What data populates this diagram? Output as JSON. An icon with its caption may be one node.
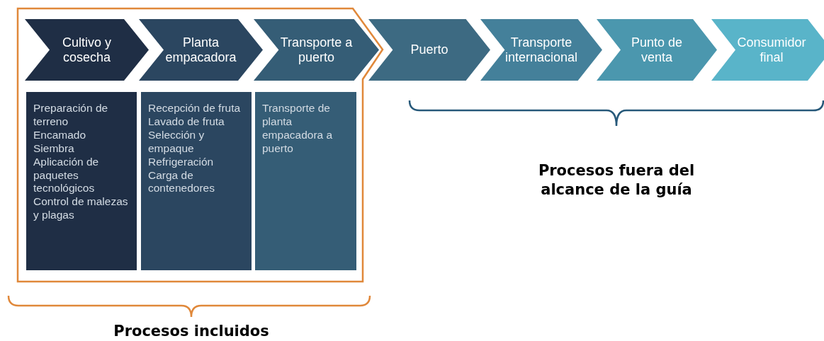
{
  "diagram": {
    "nodes": [
      {
        "text": [
          "Cultivo y cosecha"
        ]
      },
      {
        "text": [
          "Planta empacadora"
        ]
      },
      {
        "text": [
          "Transporte a puerto"
        ]
      },
      {
        "text": [
          "Puerto"
        ]
      },
      {
        "text": [
          "Transporte internacional"
        ]
      },
      {
        "text": [
          "Punto de venta"
        ]
      },
      {
        "text": [
          "Consumidor final"
        ]
      },
      {
        "text": [
          "Preparación de terreno",
          "Encamado",
          "Siembra",
          "Aplicación de paquetes tecnológicos",
          "Control de malezas y plagas"
        ]
      },
      {
        "text": [
          "Recepción de fruta",
          "Lavado de fruta",
          "Selección y empaque",
          "Refrigeración",
          "Carga de contenedores"
        ]
      },
      {
        "text": [
          "Transporte de planta empacadora a puerto"
        ]
      }
    ],
    "labels": [
      "Procesos incluidos",
      "Procesos fuera del alcance de la guía"
    ]
  }
}
